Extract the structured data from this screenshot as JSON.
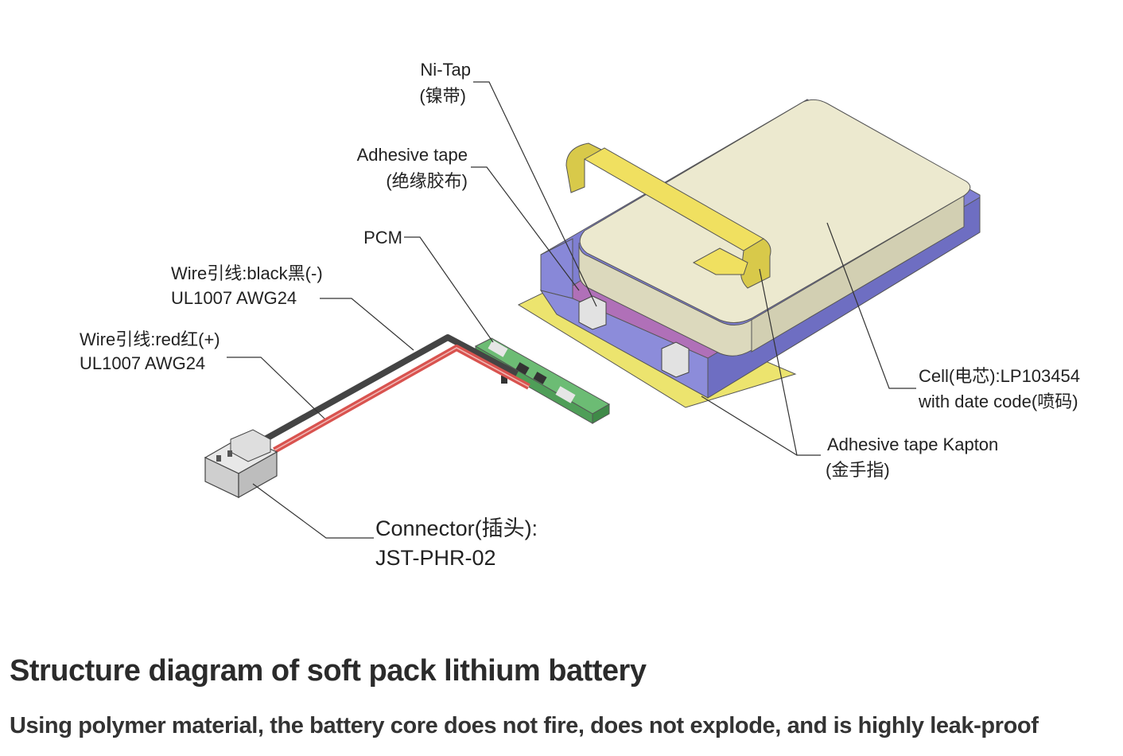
{
  "diagram": {
    "labels": {
      "ni_tap": "Ni-Tap",
      "ni_tap_cn": "(镍带)",
      "adhesive_tape": "Adhesive tape",
      "adhesive_tape_cn": "(绝缘胶布)",
      "pcm": "PCM",
      "wire_black_1": "Wire引线:black黑(-)",
      "wire_black_2": "UL1007 AWG24",
      "wire_red_1": "Wire引线:red红(+)",
      "wire_red_2": "UL1007 AWG24",
      "cell_1": "Cell(电芯):LP103454",
      "cell_2": "with date code(喷码)",
      "kapton_1": "Adhesive tape Kapton",
      "kapton_2": "(金手指)",
      "connector_1": "Connector(插头):",
      "connector_2": "JST-PHR-02"
    },
    "colors": {
      "cell_body": "#ece9cf",
      "cell_side": "#dcd9bd",
      "frame_blue": "#8888d8",
      "frame_blue_dark": "#6e6ec2",
      "kapton_yellow": "#ece46e",
      "ni_tap_yellow": "#f0e060",
      "tray_purple": "#b070b8",
      "pcm_green": "#6cbc74",
      "wire_red": "#d9534f",
      "wire_black": "#444444"
    }
  },
  "caption": {
    "title": "Structure diagram of soft pack lithium battery",
    "subtitle": "Using polymer material, the battery core does not fire, does not explode, and is highly leak-proof"
  }
}
